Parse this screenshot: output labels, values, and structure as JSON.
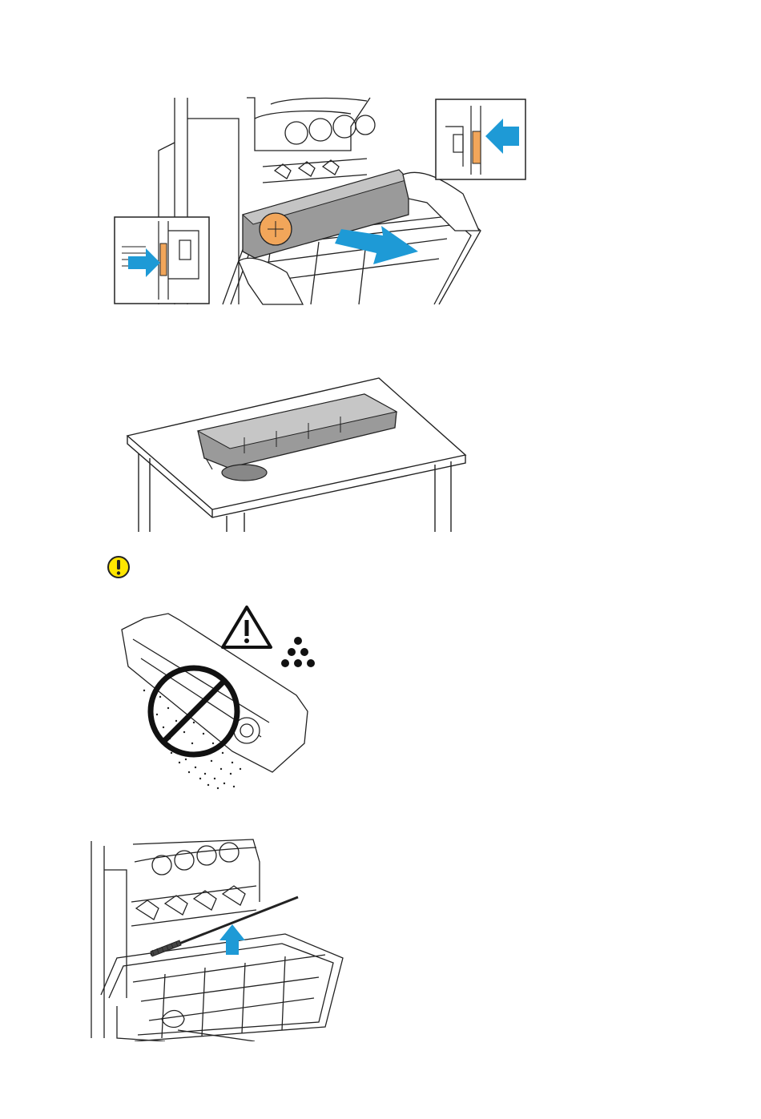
{
  "page": {
    "background": "#ffffff",
    "figures": [
      {
        "id": "remove-cartridge",
        "description_icon": "printer-door-open-icon"
      },
      {
        "id": "cartridge-on-table",
        "description_icon": "table-icon"
      },
      {
        "id": "toner-warning",
        "description_icon": "no-tilt-icon"
      },
      {
        "id": "cleaning-rod",
        "description_icon": "cleaning-rod-icon"
      }
    ]
  },
  "colors": {
    "arrow_blue": "#1e9ad6",
    "latch_orange": "#f2a65a",
    "caution_yellow": "#ffe600",
    "line_black": "#222222",
    "cartridge_gray": "#9a9a9a"
  }
}
